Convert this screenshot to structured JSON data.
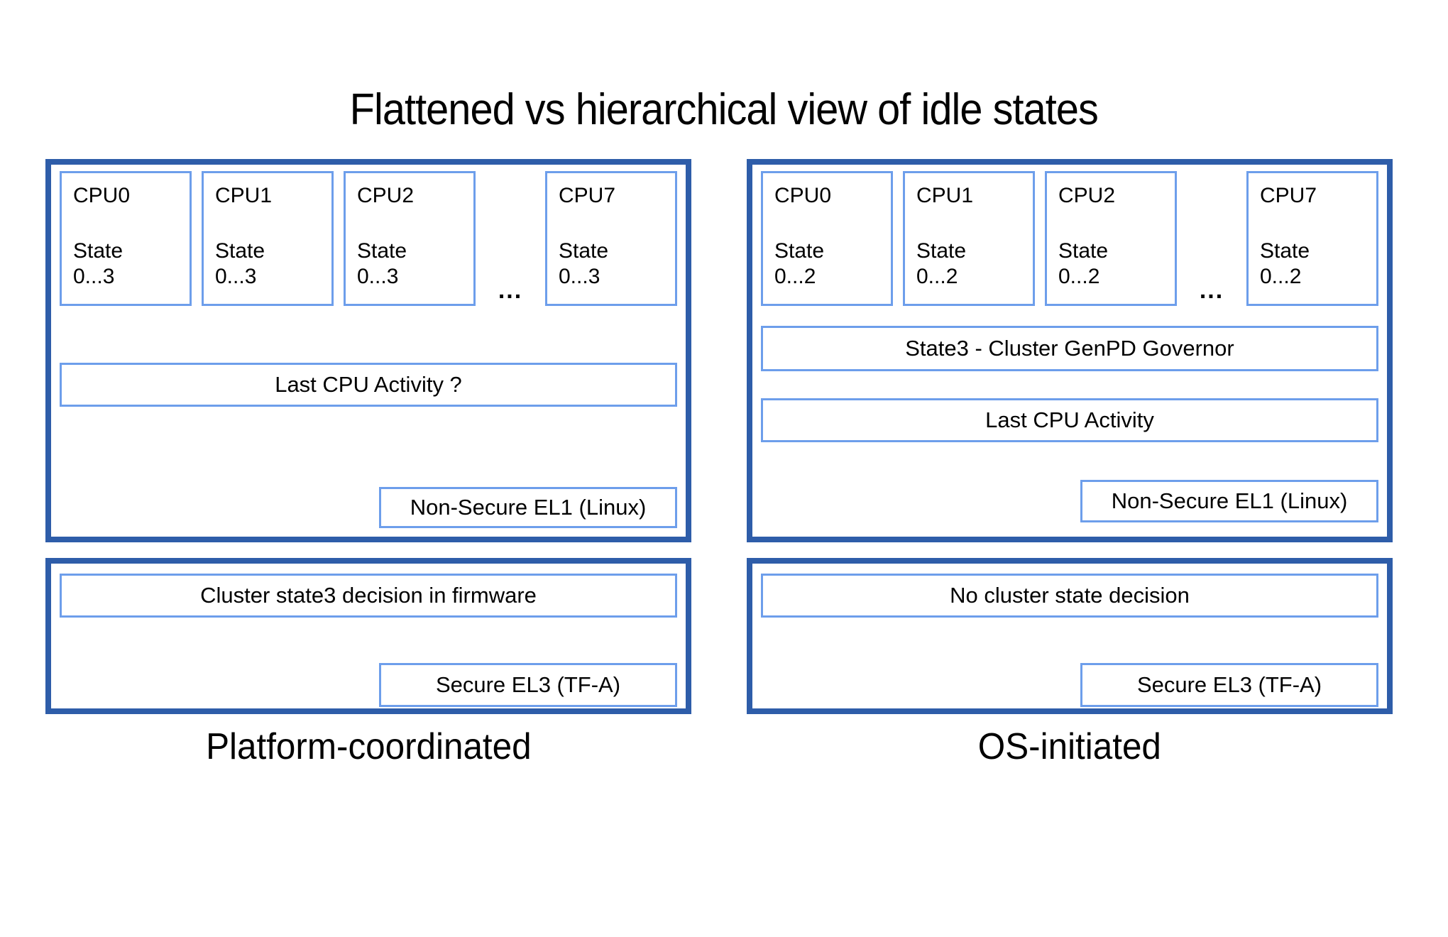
{
  "title": "Flattened vs hierarchical view of idle states",
  "colors": {
    "panel_border": "#2e5da9",
    "box_border": "#6d9eeb",
    "text": "#000000",
    "background": "#ffffff"
  },
  "left": {
    "caption": "Platform-coordinated",
    "ellipsis": "...",
    "cpus": [
      {
        "label": "CPU0",
        "state": "State\n0...3"
      },
      {
        "label": "CPU1",
        "state": "State\n0...3"
      },
      {
        "label": "CPU2",
        "state": "State\n0...3"
      },
      {
        "label": "CPU7",
        "state": "State\n0...3"
      }
    ],
    "last_cpu_activity": "Last CPU Activity ?",
    "el1": "Non-Secure EL1 (Linux)",
    "cluster_decision": "Cluster state3 decision in firmware",
    "el3": "Secure EL3 (TF-A)"
  },
  "right": {
    "caption": "OS-initiated",
    "ellipsis": "...",
    "cpus": [
      {
        "label": "CPU0",
        "state": "State\n0...2"
      },
      {
        "label": "CPU1",
        "state": "State\n0...2"
      },
      {
        "label": "CPU2",
        "state": "State\n0...2"
      },
      {
        "label": "CPU7",
        "state": "State\n0...2"
      }
    ],
    "genpd_governor": "State3 - Cluster GenPD Governor",
    "last_cpu_activity": "Last CPU Activity",
    "el1": "Non-Secure EL1 (Linux)",
    "cluster_decision": "No cluster state decision",
    "el3": "Secure EL3 (TF-A)"
  }
}
